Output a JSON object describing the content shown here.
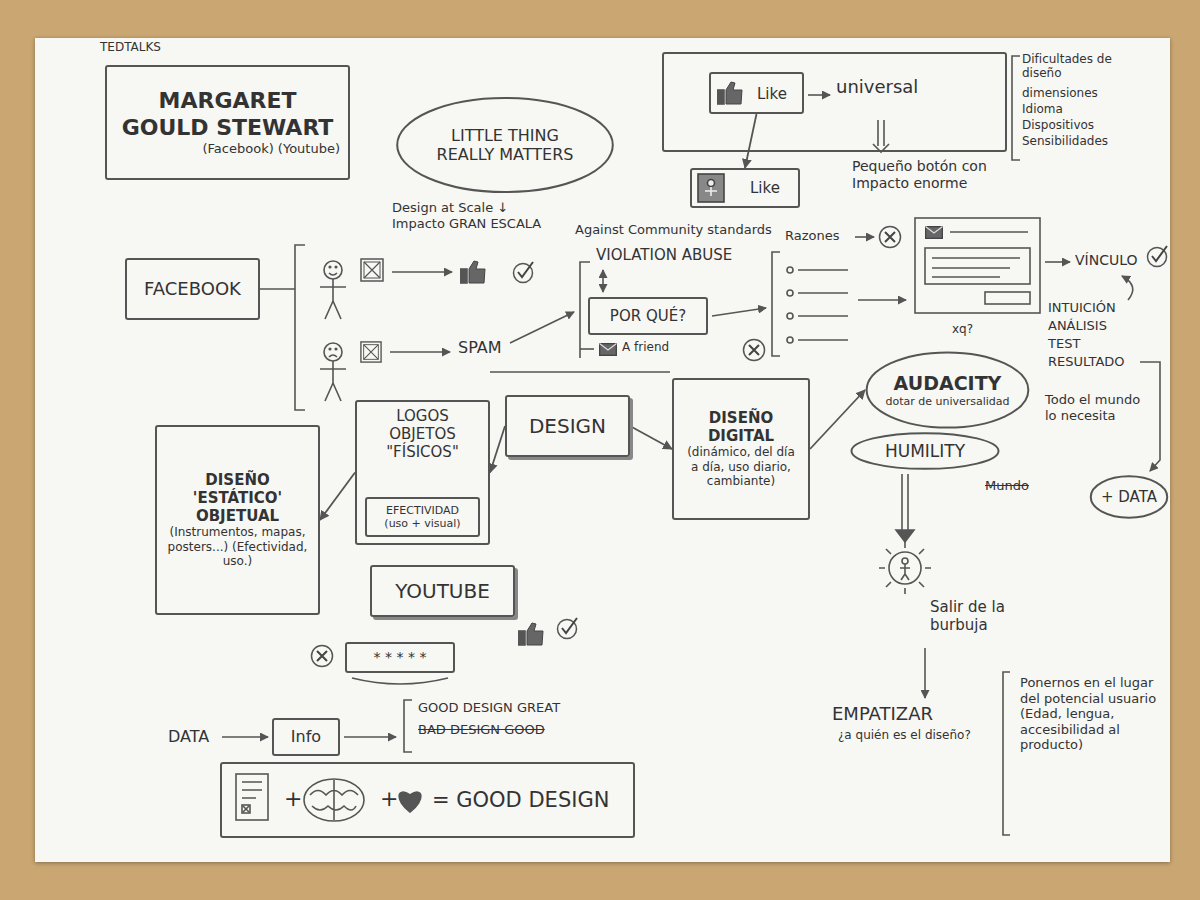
{
  "diagram": {
    "nodes": [
      {
        "text": [
          "MARGARET GOULD STEWART",
          "(Facebook) (Youtube)"
        ]
      },
      {
        "text": [
          "LITTLE THING REALLY MATTERS"
        ]
      },
      {
        "text": [
          "universal"
        ]
      },
      {
        "text": [
          "Like"
        ],
        "in": 2
      },
      {
        "text": [
          "Like"
        ]
      },
      {
        "text": [
          "FACEBOOK"
        ]
      },
      {
        "text": [
          "POR QUÉ?"
        ]
      },
      {
        "text": [
          "AUDACITY",
          "dotar de universalidad"
        ]
      },
      {
        "text": [
          "HUMILITY"
        ]
      },
      {
        "text": [
          "+ DATA"
        ]
      },
      {
        "text": [
          "DISEÑO 'ESTÁTICO' OBJETUAL",
          "(Instrumentos, mapas, posters...) (Efectividad, uso.)"
        ]
      },
      {
        "text": [
          "LOGOS OBJETOS \"FÍSICOS\""
        ]
      },
      {
        "text": [
          "EFECTIVIDAD (uso + visual)"
        ],
        "in": 11
      },
      {
        "text": [
          "DESIGN"
        ]
      },
      {
        "text": [
          "DISEÑO DIGITAL",
          "(dinámico, del día a día, uso diario, cambiante)"
        ]
      },
      {
        "text": [
          "YOUTUBE"
        ]
      },
      {
        "text": [
          "* * * * *"
        ]
      },
      {
        "text": [
          "Info"
        ]
      },
      {
        "text": [
          "+",
          "+",
          "= GOOD DESIGN"
        ]
      }
    ],
    "edges": [
      {
        "from": 3,
        "to": 4,
        "arrow": "to"
      },
      {
        "from": 13,
        "to": 14,
        "arrow": "to"
      },
      {
        "from": 13,
        "to": 11,
        "arrow": "to"
      },
      {
        "from": 11,
        "to": 10,
        "arrow": "to"
      },
      {
        "from": 14,
        "to": 7,
        "arrow": "to"
      }
    ],
    "labels": [
      "TEDTALKS",
      "Design at Scale ↓ Impacto GRAN ESCALA",
      "Pequeño botón con Impacto enorme",
      "Dificultades de diseño",
      "dimensiones",
      "Idioma",
      "Dispositivos",
      "Sensibilidades",
      "Against Community standards",
      "SPAM",
      "VIOLATION ABUSE",
      "A friend",
      "Razones",
      "VÍNCULO",
      "xq?",
      "INTUICIÓN",
      "ANÁLISIS",
      "TEST",
      "RESULTADO",
      "Todo el mundo lo necesita",
      "Mundo",
      "DATA",
      "GOOD DESIGN GREAT",
      "BAD DESIGN GOOD",
      "Salir de la burbuja",
      "EMPATIZAR",
      "¿a quién es el diseño?",
      "Ponernos en el lugar del potencial usuario (Edad, lengua, accesibilidad al producto)"
    ]
  }
}
